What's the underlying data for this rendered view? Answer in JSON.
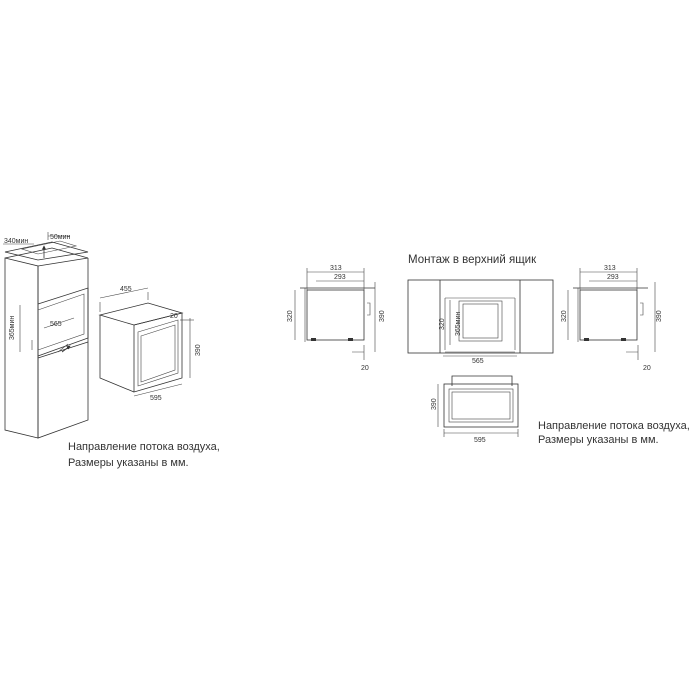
{
  "left_diagram": {
    "dim_depth": "340мин",
    "dim_gap": "50мин",
    "dim_niche_w": "565",
    "dim_niche_h": "365мин",
    "oven_depth": "455",
    "oven_side": "20",
    "oven_height": "390",
    "oven_width": "595"
  },
  "left_caption": {
    "line1": "Направление потока воздуха,",
    "line2": "Размеры указаны в мм."
  },
  "right_title": "Монтаж в верхний ящик",
  "side_left": {
    "top_outer": "313",
    "top_inner": "293",
    "left_h": "320",
    "right_h": "390",
    "bottom": "20"
  },
  "cabinet": {
    "height_a": "320",
    "height_b": "365мин",
    "width": "565"
  },
  "side_right": {
    "top_outer": "313",
    "top_inner": "293",
    "left_h": "320",
    "right_h": "390",
    "bottom": "20"
  },
  "front": {
    "height": "390",
    "width": "595"
  },
  "right_caption": {
    "line1": "Направление потока воздуха,",
    "line2": "Размеры указаны в мм."
  }
}
